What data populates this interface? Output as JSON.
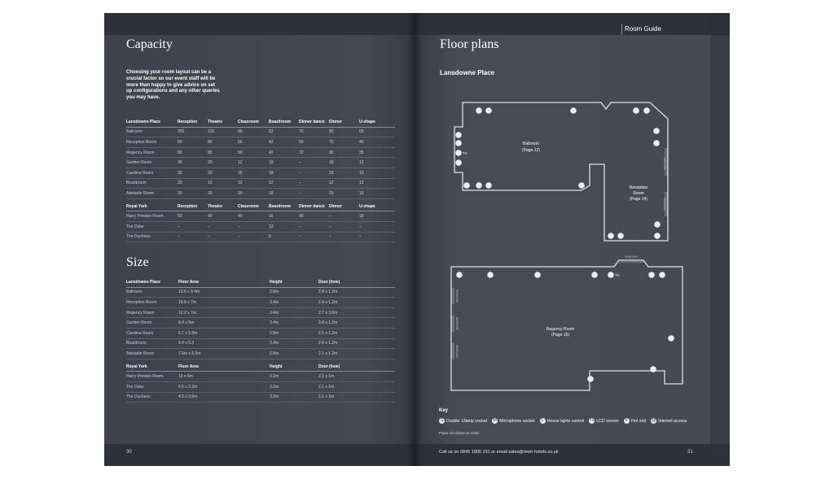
{
  "header": {
    "guide_label": "Room Guide"
  },
  "left": {
    "capacity": {
      "title": "Capacity",
      "intro": "Choosing your room layout can be a crucial factor so our event staff will be more than happy to give advice on set up configurations and any other queries you may have.",
      "sections": [
        {
          "header": [
            "Lansdowne Place",
            "Reception",
            "Theatre",
            "Classroom",
            "Boardroom",
            "Dinner dance",
            "Dinner",
            "U-shape"
          ],
          "rows": [
            [
              "Ballroom",
              "250",
              "120",
              "60",
              "62",
              "70",
              "80",
              "50"
            ],
            [
              "Reception Room",
              "90",
              "80",
              "50",
              "42",
              "50",
              "70",
              "40"
            ],
            [
              "Regency Room",
              "80",
              "80",
              "50",
              "42",
              "72",
              "80",
              "35"
            ],
            [
              "Garden Room",
              "35",
              "20",
              "12",
              "18",
              "–",
              "18",
              "12"
            ],
            [
              "Caroline Room",
              "30",
              "30",
              "20",
              "18",
              "–",
              "25",
              "15"
            ],
            [
              "Boardroom",
              "20",
              "12",
              "12",
              "12",
              "–",
              "12",
              "12"
            ],
            [
              "Adelaide Room",
              "30",
              "30",
              "20",
              "18",
              "–",
              "25",
              "15"
            ]
          ]
        },
        {
          "header": [
            "Royal York",
            "Reception",
            "Theatre",
            "Classroom",
            "Boardroom",
            "Dinner dance",
            "Dinner",
            "U-shape"
          ],
          "rows": [
            [
              "Harry Preston Room",
              "50",
              "40",
              "40",
              "16",
              "40",
              "–",
              "18"
            ],
            [
              "The Duke",
              "–",
              "–",
              "–",
              "12",
              "–",
              "–",
              "–"
            ],
            [
              "The Duchess",
              "–",
              "–",
              "–",
              "8",
              "–",
              "–",
              "–"
            ]
          ]
        }
      ]
    },
    "size": {
      "title": "Size",
      "sections": [
        {
          "header": [
            "Lansdowne Place",
            "Floor Area",
            "Height",
            "Door (hxw)"
          ],
          "rows": [
            [
              "Ballroom",
              "13.6 x 9.4m",
              "3.9m",
              "2.4 x 1.2m"
            ],
            [
              "Reception Room",
              "15.8 x 7m",
              "3.4m",
              "2.4 x 1.2m"
            ],
            [
              "Regency Room",
              "12.2 x 7m",
              "3.4m",
              "2.7 x 3.6m"
            ],
            [
              "Garden Room",
              "8.4 x 5m",
              "3.4m",
              "2.4 x 1.2m"
            ],
            [
              "Caroline Room",
              "6.7 x 5.8m",
              "2.8m",
              "2.1 x 1.2m"
            ],
            [
              "Boardroom",
              "6.4 x 5.3",
              "3.4m",
              "2.4 x 1.2m"
            ],
            [
              "Adelaide Room",
              "7.6m x 5.5m",
              "2.8m",
              "2.1 x 1.2m"
            ]
          ]
        },
        {
          "header": [
            "Royal York",
            "Floor Area",
            "Height",
            "Door (hxw)"
          ],
          "rows": [
            [
              "Harry Preston Room",
              "10 x 6m",
              "3.2m",
              "2.1 x 1m"
            ],
            [
              "The Duke",
              "6.5 x 3.2m",
              "3.2m",
              "2.1 x 1m"
            ],
            [
              "The Duchess",
              "4.5 x 3.6m",
              "3.2m",
              "2.1 x 1m"
            ]
          ]
        }
      ]
    },
    "page_number": "30"
  },
  "right": {
    "title": "Floor plans",
    "subtitle": "Lansdowne Place",
    "plan": {
      "ballroom": {
        "name": "Ballroom",
        "page": "(Page 12)"
      },
      "reception": {
        "line1": "Reception",
        "line2": "Room",
        "page": "(Page 14)"
      },
      "regency": {
        "name": "Regency Room",
        "page": "(Page 15)"
      },
      "window_label": "WINDOW",
      "tv_label": "TV"
    },
    "key": {
      "title": "Key",
      "items": [
        {
          "icon": "socket-icon",
          "glyph": "S",
          "label": "Double 13amp socket"
        },
        {
          "icon": "microphone-icon",
          "glyph": "M",
          "label": "Microphone socket"
        },
        {
          "icon": "lights-icon",
          "glyph": "L",
          "label": "House lights control"
        },
        {
          "icon": "tv-icon",
          "glyph": "TV",
          "label": "LCD screen"
        },
        {
          "icon": "fire-exit-icon",
          "glyph": "F",
          "label": "Fire exit"
        },
        {
          "icon": "internet-icon",
          "glyph": "@",
          "label": "Internet access"
        }
      ],
      "note": "Plans not drawn to scale"
    },
    "footer": "Call us on 0845 1800 191 or email sales@mwh-hotels.co.uk",
    "page_number": "31"
  }
}
